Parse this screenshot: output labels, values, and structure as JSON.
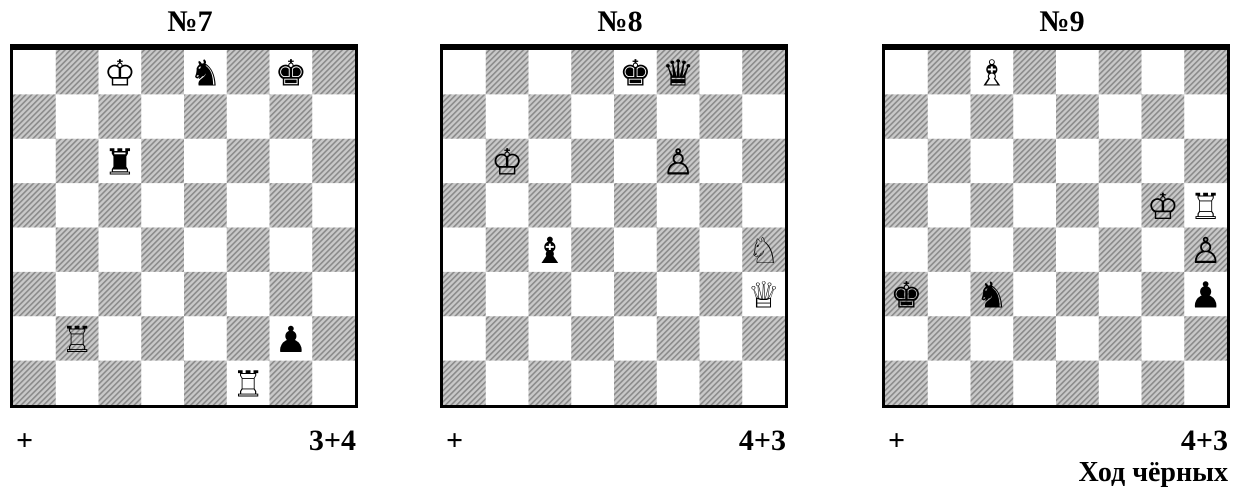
{
  "diagrams": [
    {
      "title": "№7",
      "stipulation": "+",
      "count": "3+4",
      "note": "",
      "pieces": [
        {
          "square": "c8",
          "color": "white",
          "type": "king"
        },
        {
          "square": "e8",
          "color": "black",
          "type": "knight"
        },
        {
          "square": "g8",
          "color": "black",
          "type": "king"
        },
        {
          "square": "c6",
          "color": "black",
          "type": "rook"
        },
        {
          "square": "b2",
          "color": "white",
          "type": "rook"
        },
        {
          "square": "g2",
          "color": "black",
          "type": "pawn"
        },
        {
          "square": "f1",
          "color": "white",
          "type": "rook"
        }
      ]
    },
    {
      "title": "№8",
      "stipulation": "+",
      "count": "4+3",
      "note": "",
      "pieces": [
        {
          "square": "e8",
          "color": "black",
          "type": "king"
        },
        {
          "square": "f8",
          "color": "black",
          "type": "queen"
        },
        {
          "square": "b6",
          "color": "white",
          "type": "king"
        },
        {
          "square": "f6",
          "color": "white",
          "type": "pawn"
        },
        {
          "square": "c4",
          "color": "black",
          "type": "bishop"
        },
        {
          "square": "h4",
          "color": "white",
          "type": "knight"
        },
        {
          "square": "h3",
          "color": "white",
          "type": "queen"
        }
      ]
    },
    {
      "title": "№9",
      "stipulation": "+",
      "count": "4+3",
      "note": "Ход чёрных",
      "pieces": [
        {
          "square": "c8",
          "color": "white",
          "type": "bishop"
        },
        {
          "square": "g5",
          "color": "white",
          "type": "king"
        },
        {
          "square": "h5",
          "color": "white",
          "type": "rook"
        },
        {
          "square": "h4",
          "color": "white",
          "type": "pawn"
        },
        {
          "square": "a3",
          "color": "black",
          "type": "king"
        },
        {
          "square": "c3",
          "color": "black",
          "type": "knight"
        },
        {
          "square": "h3",
          "color": "black",
          "type": "pawn"
        }
      ]
    }
  ],
  "colors": {
    "light_square": "#ffffff",
    "dark_square": "#c9c9c9",
    "hatch": "#8a8a8a",
    "border": "#000000"
  }
}
